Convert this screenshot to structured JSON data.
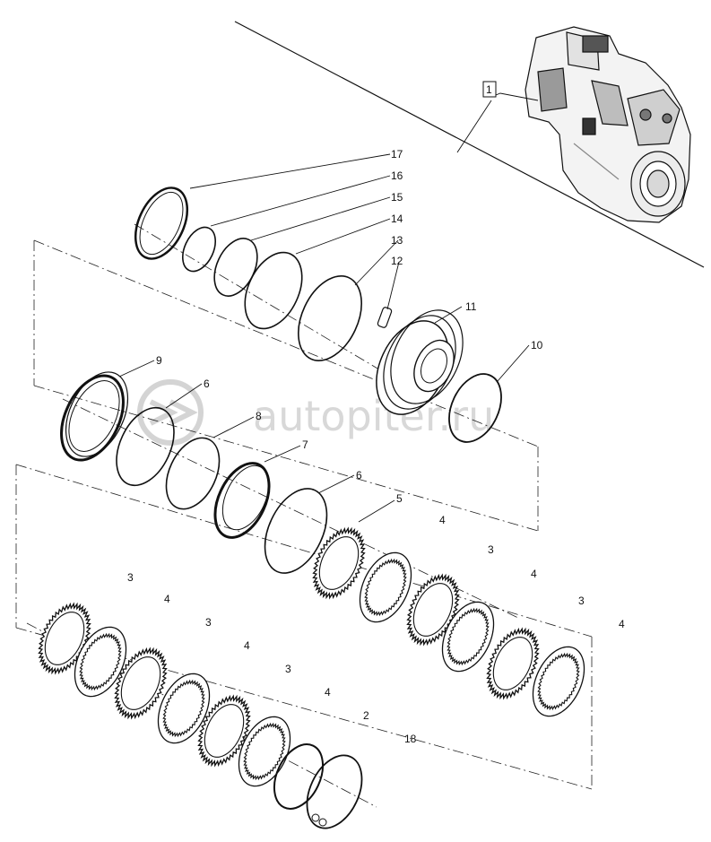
{
  "watermark": "autopiter.ru",
  "callouts": {
    "c1": "1",
    "c2": "2",
    "c3": "3",
    "c4": "4",
    "c5": "5",
    "c6": "6",
    "c7": "7",
    "c8": "8",
    "c9": "9",
    "c10": "10",
    "c11": "11",
    "c12": "12",
    "c13": "13",
    "c14": "14",
    "c15": "15",
    "c16": "16",
    "c17": "17",
    "c18": "18"
  }
}
